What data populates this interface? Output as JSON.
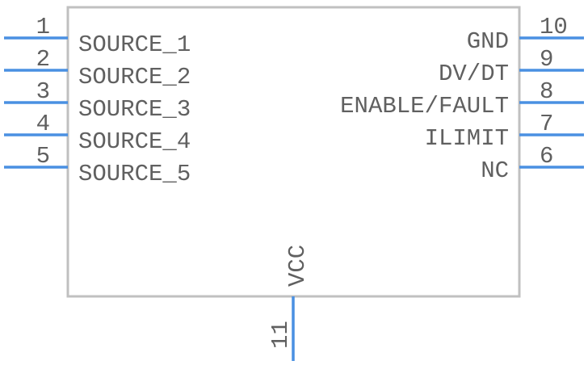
{
  "component": {
    "left_pins": [
      {
        "number": "1",
        "name": "SOURCE_1"
      },
      {
        "number": "2",
        "name": "SOURCE_2"
      },
      {
        "number": "3",
        "name": "SOURCE_3"
      },
      {
        "number": "4",
        "name": "SOURCE_4"
      },
      {
        "number": "5",
        "name": "SOURCE_5"
      }
    ],
    "right_pins": [
      {
        "number": "10",
        "name": "GND"
      },
      {
        "number": "9",
        "name": "DV/DT"
      },
      {
        "number": "8",
        "name": "ENABLE/FAULT"
      },
      {
        "number": "7",
        "name": "ILIMIT"
      },
      {
        "number": "6",
        "name": "NC"
      }
    ],
    "bottom_pins": [
      {
        "number": "11",
        "name": "VCC"
      }
    ]
  },
  "colors": {
    "pin": "#4a90e2",
    "body": "#c0c0c0",
    "text": "#606060"
  }
}
